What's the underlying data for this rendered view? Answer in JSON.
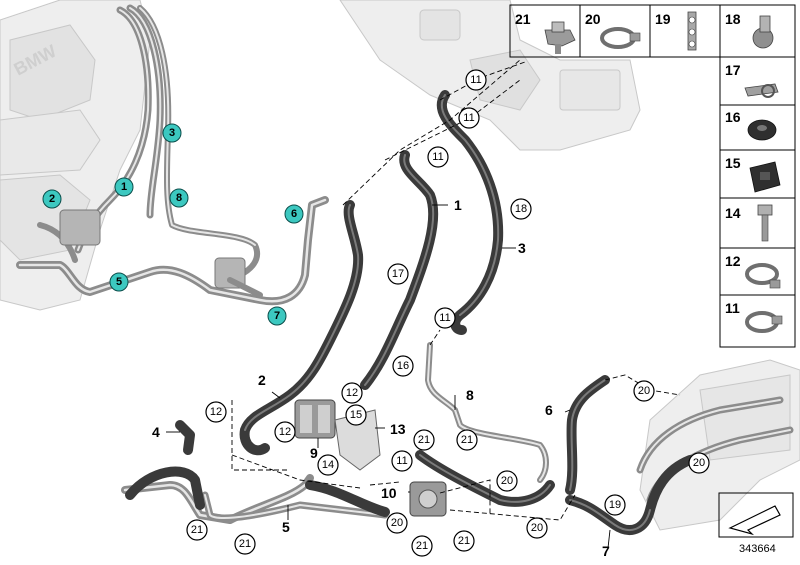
{
  "diagram_number": "343664",
  "engine_logo": "BMW",
  "callouts": {
    "c11a": "11",
    "c11b": "11",
    "c11c": "11",
    "c11d": "11",
    "c11e": "11",
    "c12a": "12",
    "c12b": "12",
    "c12c": "12",
    "c14": "14",
    "c15": "15",
    "c16": "16",
    "c17": "17",
    "c18": "18",
    "c19": "19",
    "c20a": "20",
    "c20b": "20",
    "c20c": "20",
    "c20d": "20",
    "c20e": "20",
    "c21a": "21",
    "c21b": "21",
    "c21c": "21",
    "c21d": "21",
    "c21e": "21",
    "c21f": "21"
  },
  "labels": {
    "l1": "1",
    "l2": "2",
    "l3": "3",
    "l4": "4",
    "l5": "5",
    "l6": "6",
    "l7": "7",
    "l8": "8",
    "l9": "9",
    "l10": "10",
    "l13": "13"
  },
  "teal_markers": [
    "1",
    "2",
    "3",
    "5",
    "6",
    "7",
    "8"
  ],
  "parts_panel": {
    "top_row": [
      "21",
      "20",
      "19",
      "18"
    ],
    "column": [
      "17",
      "16",
      "15",
      "14",
      "12",
      "11"
    ]
  }
}
